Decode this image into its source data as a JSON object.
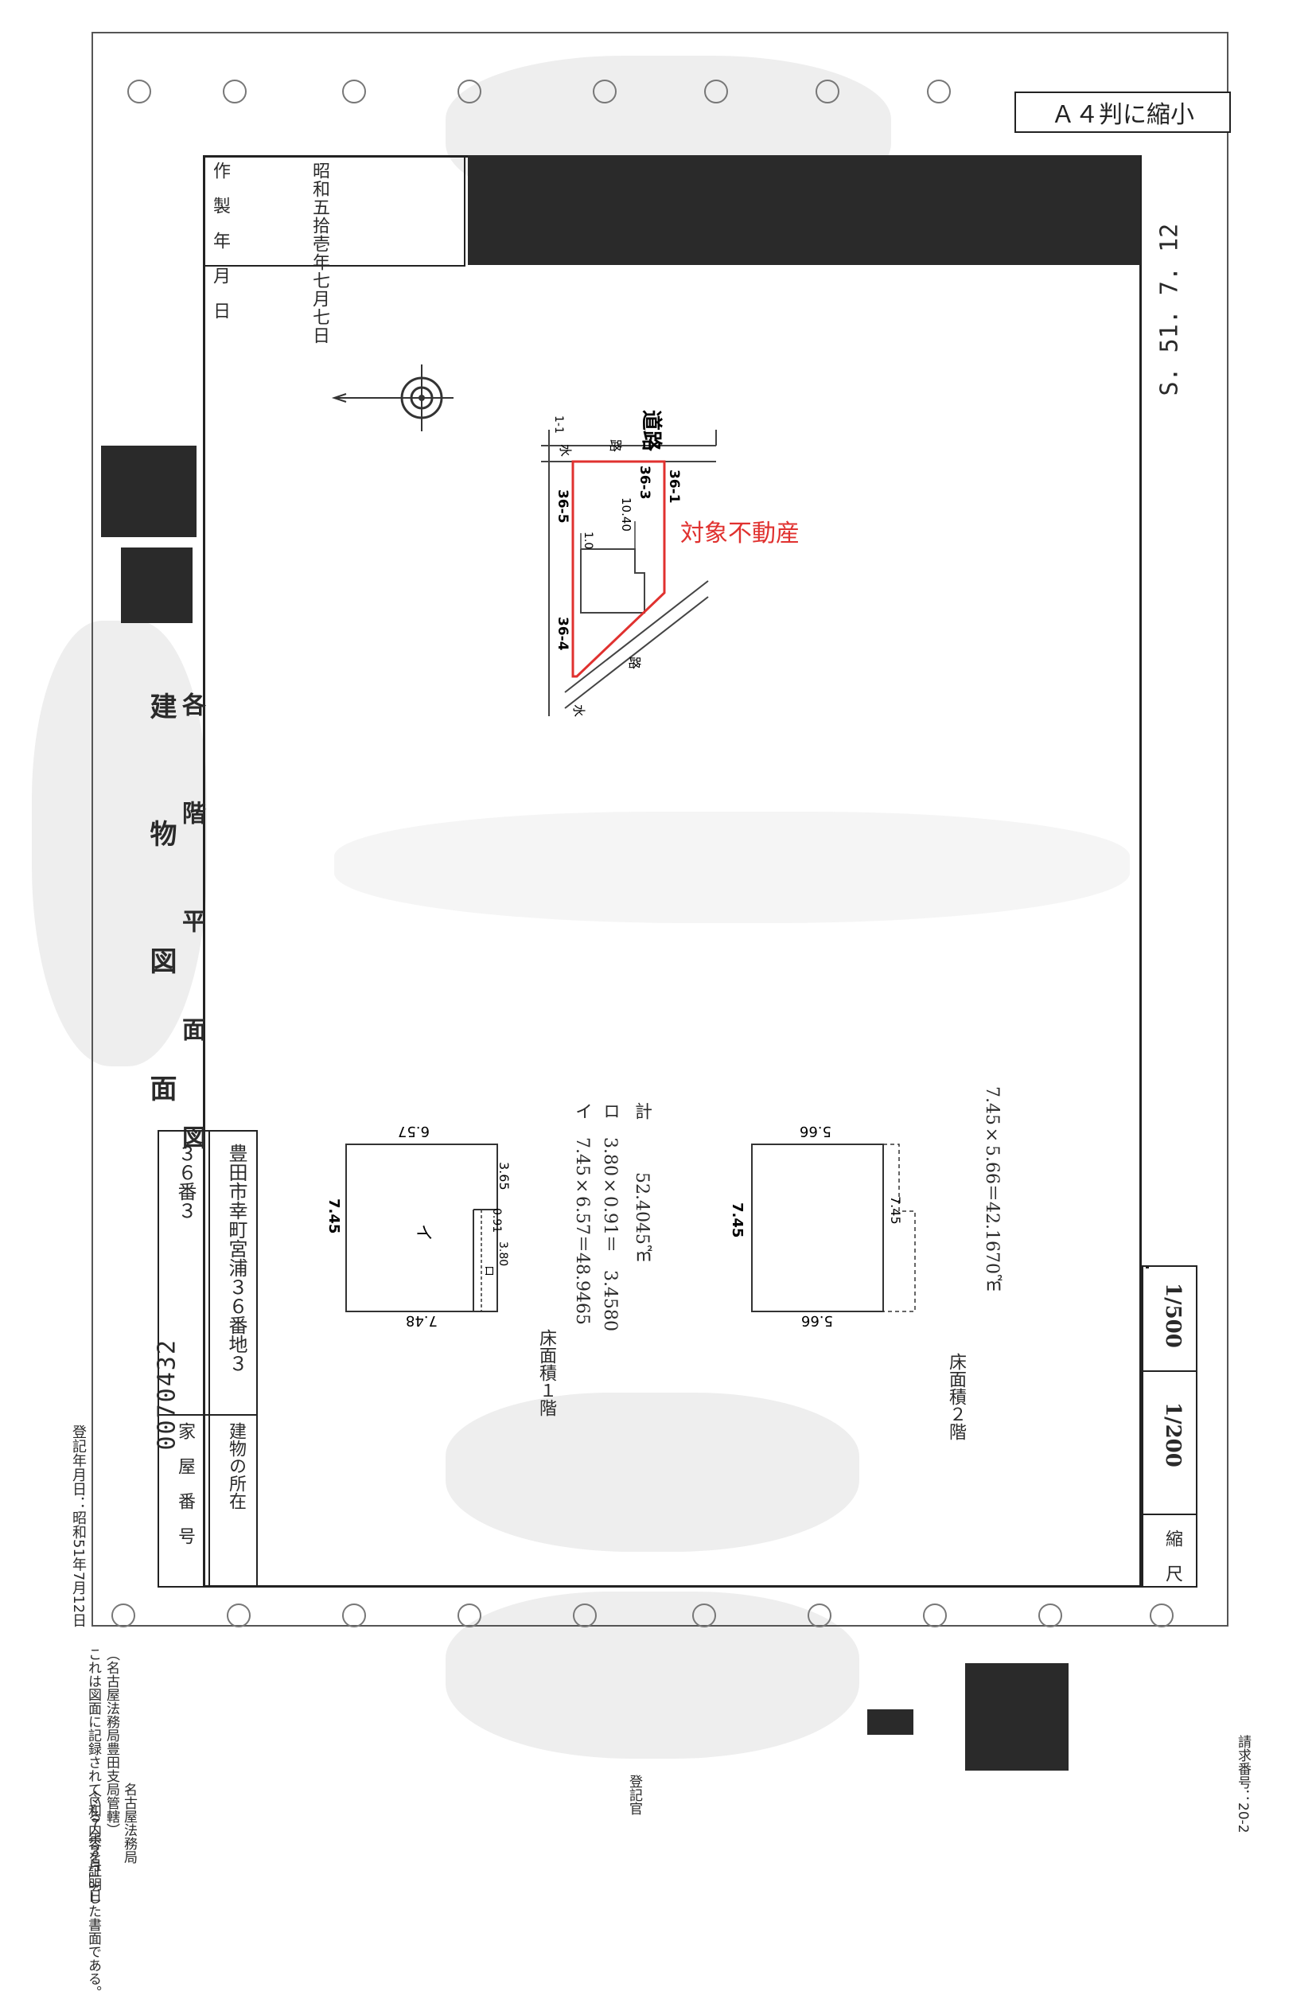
{
  "header": {
    "scale_note": "Ａ４判に縮小"
  },
  "creation_block": {
    "heading": "作　製　年　月　日",
    "era": "昭和",
    "date_text": "昭和五拾壱年七月七日",
    "day_label": "日"
  },
  "stamp_date": "S. 51. 7. 12",
  "north_mark": "N",
  "site_plan": {
    "road_label": "道路",
    "lot_labels": [
      "36-5",
      "36-3",
      "36-1",
      "36-4"
    ],
    "dimension": "10.40",
    "side_dim": "1.0",
    "waterway_top": "水",
    "waterway_mid": "路",
    "waterway_bottom": "路",
    "water_bottom": "水",
    "marker_top": "1-1",
    "target_label": "対象不動産",
    "target_color": "#e0312f"
  },
  "title": {
    "main": "建　物　図　面",
    "sub": "各　階　平　面　図"
  },
  "info_table": {
    "doc_number": "0070432",
    "house_number_label": "家　屋　番　号",
    "house_number_value": "３６番３",
    "location_label": "建物の所在",
    "location_value": "豊田市幸町宮浦３６番地３"
  },
  "floor1": {
    "dims": [
      "6.57",
      "3.65",
      "0.91",
      "3.80",
      "7.45",
      "7.48"
    ],
    "room_i": "イ",
    "room_ro": "ロ",
    "area_label": "床面積１階",
    "calc_1": "イ　7.45×6.57＝48.9465",
    "calc_2": "ロ　3.80×0.91＝　3.4580",
    "calc_total": "計　　　52.4045㎡"
  },
  "floor2": {
    "dims": [
      "5.66",
      "7.45",
      "7.45",
      "5.66"
    ],
    "area_label": "床面積２階",
    "calc": "7.45×5.66＝42.1670㎡"
  },
  "scale_box": {
    "label": "縮　尺",
    "scale_1": "1/200",
    "scale_2": "1/500"
  },
  "left_margin": {
    "registered_date": "登記年月日：昭和51年7月12日",
    "cert_text": "これは図面に記録されている内容を証明した書面である。",
    "office": "（名古屋法務局豊田支局管轄）",
    "issue_date": "令和７年３月13日",
    "bureau": "名古屋法務局",
    "registrar": "登記官"
  },
  "request_number": "請求番号：20-2"
}
